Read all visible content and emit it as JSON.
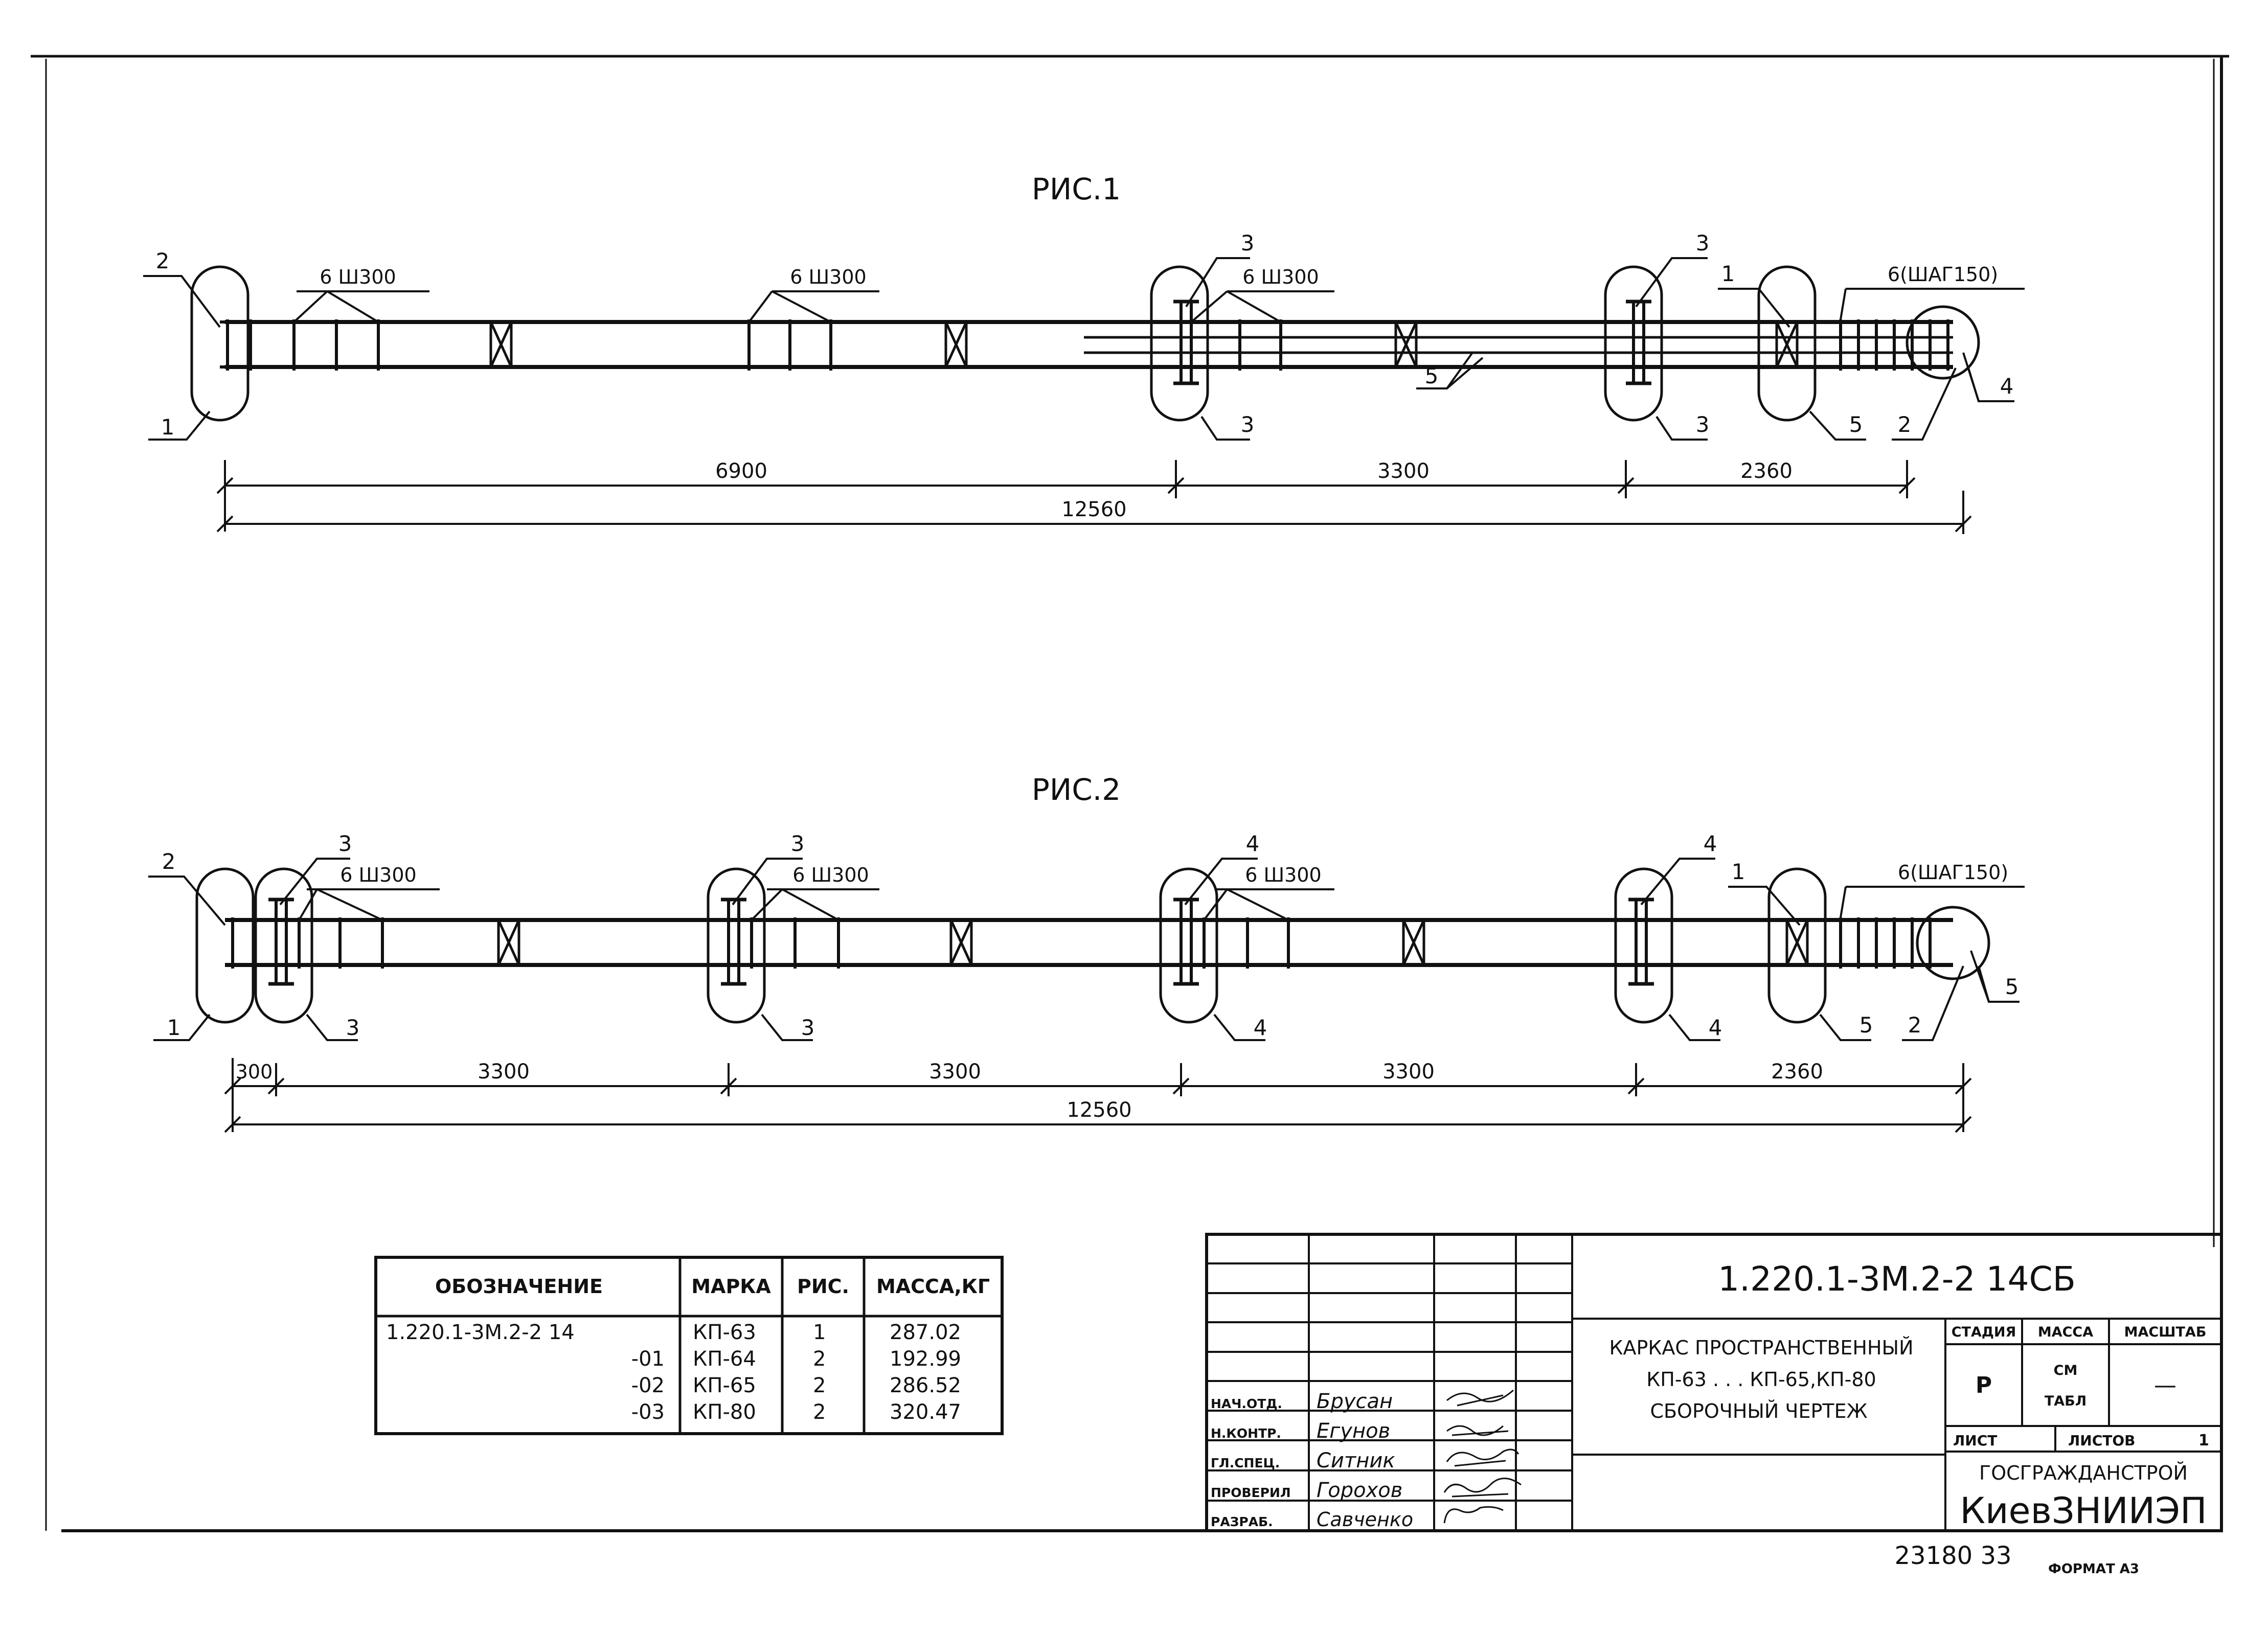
{
  "fig1": {
    "title": "РИС.1",
    "callouts": {
      "c2": "2",
      "c1": "1",
      "s1": "6 Ш300",
      "s2": "6 Ш300",
      "s3": "6 Ш300",
      "c3a": "3",
      "c3b": "3",
      "c3c": "3",
      "c3d": "3",
      "c5": "5",
      "c1b": "1",
      "s4": "6(ШАГ150)",
      "c5b": "5",
      "c2b": "2",
      "c4": "4"
    },
    "dims": {
      "d1": "6900",
      "d2": "3300",
      "d3": "2360",
      "total": "12560"
    }
  },
  "fig2": {
    "title": "РИС.2",
    "callouts": {
      "c2": "2",
      "c1": "1",
      "c3a": "3",
      "s1": "6 Ш300",
      "c3b": "3",
      "c3c": "3",
      "s2": "6 Ш300",
      "c3d": "3",
      "c4a": "4",
      "s3": "6 Ш300",
      "c4b": "4",
      "c4c": "4",
      "c4d": "4",
      "c1b": "1",
      "s4": "6(ШАГ150)",
      "c5a": "5",
      "c2b": "2",
      "c5b": "5"
    },
    "dims": {
      "d0": "300",
      "d1": "3300",
      "d2": "3300",
      "d3": "3300",
      "d4": "2360",
      "total": "12560"
    }
  },
  "spec_table": {
    "headers": [
      "ОБОЗНАЧЕНИЕ",
      "МАРКА",
      "РИС.",
      "МАССА,КГ"
    ],
    "rows": [
      [
        "1.220.1-3М.2-2 14",
        "КП-63",
        "1",
        "287.02"
      ],
      [
        "-01",
        "КП-64",
        "2",
        "192.99"
      ],
      [
        "-02",
        "КП-65",
        "2",
        "286.52"
      ],
      [
        "-03",
        "КП-80",
        "2",
        "320.47"
      ]
    ]
  },
  "title_block": {
    "code": "1.220.1-3М.2-2 14СБ",
    "name_line1": "КАРКАС ПРОСТРАНСТВЕННЫЙ",
    "name_line2": "КП-63 . . .    КП-65,КП-80",
    "name_line3": "СБОРОЧНЫЙ ЧЕРТЕЖ",
    "stage_label": "СТАДИЯ",
    "mass_label": "МАССА",
    "scale_label": "МАСШТАБ",
    "stage_value": "Р",
    "mass_value_1": "СМ",
    "mass_value_2": "ТАБЛ",
    "scale_value": "—",
    "sheet_label": "ЛИСТ",
    "sheets_label": "ЛИСТОВ",
    "sheets_value": "1",
    "org_1": "ГОСГРАЖДАНСТРОЙ",
    "org_2": "КиевЗНИИЭП",
    "roles": [
      "НАЧ.ОТД.",
      "Н.КОНТР.",
      "ГЛ.СПЕЦ.",
      "ПРОВЕРИЛ",
      "РАЗРАБ."
    ],
    "names": [
      "Брусан",
      "Егунов",
      "Ситник",
      "Горохов",
      "Савченко"
    ]
  },
  "footer": {
    "number": "23180  33",
    "format": "ФОРМАТ А3"
  }
}
